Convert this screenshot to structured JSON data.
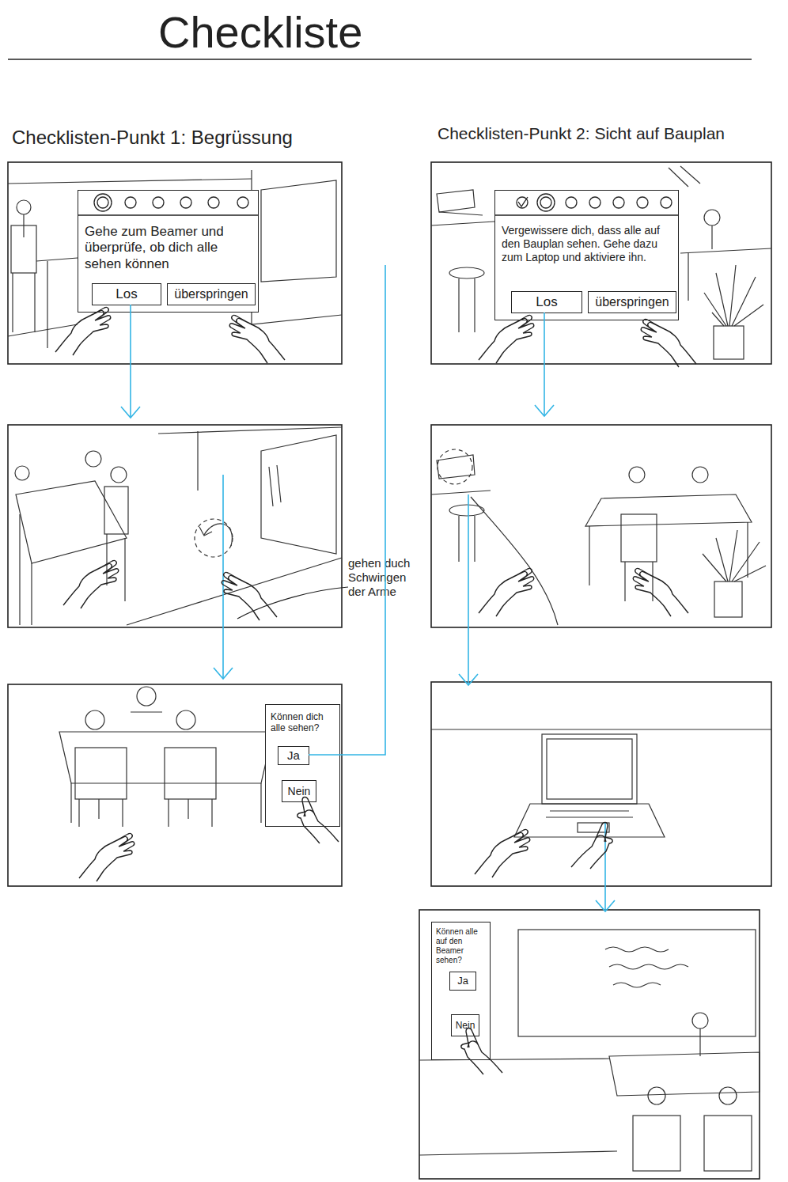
{
  "diagram": {
    "title": "Checkliste",
    "nodes": [
      {
        "text": [
          "Gehe zum Beamer und überprüfe, ob dich alle sehen können"
        ]
      },
      {
        "text": [
          "Los"
        ],
        "in": 0
      },
      {
        "text": [
          "überspringen"
        ],
        "in": 0
      },
      {
        "text": [
          "Vergewissere dich, dass alle auf den Bauplan sehen. Gehe dazu zum Laptop und aktiviere ihn."
        ]
      },
      {
        "text": [
          "Los"
        ],
        "in": 3
      },
      {
        "text": [
          "überspringen"
        ],
        "in": 3
      },
      {
        "text": [
          "Können dich alle sehen?"
        ]
      },
      {
        "text": [
          "Ja"
        ],
        "in": 6
      },
      {
        "text": [
          "Nein"
        ],
        "in": 6
      },
      {
        "text": [
          "Können alle auf den Beamer sehen?"
        ]
      },
      {
        "text": [
          "Ja"
        ],
        "in": 9
      },
      {
        "text": [
          "Nein"
        ],
        "in": 9
      }
    ],
    "labels": [
      "Checklisten-Punkt 1: Begrüssung",
      "Checklisten-Punkt 2: Sicht auf Bauplan",
      "gehen duch Schwingen der Arme"
    ]
  }
}
